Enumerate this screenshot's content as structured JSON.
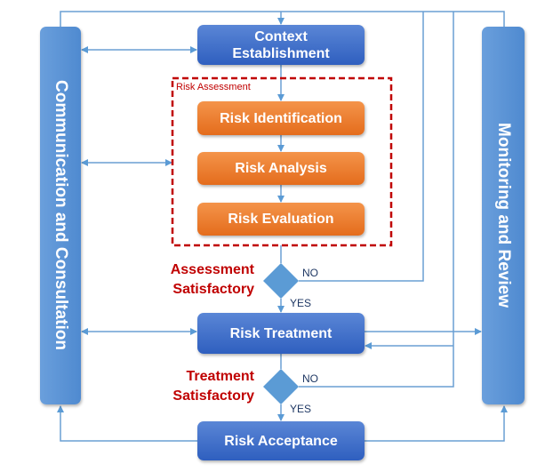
{
  "left_bar": {
    "label": "Communication and Consultation"
  },
  "right_bar": {
    "label": "Monitoring and Review"
  },
  "steps": {
    "context": "Context Establishment",
    "identification": "Risk Identification",
    "analysis": "Risk Analysis",
    "evaluation": "Risk Evaluation",
    "treatment": "Risk Treatment",
    "acceptance": "Risk Acceptance"
  },
  "group_label": "Risk Assessment",
  "decisions": [
    {
      "label": "Assessment Satisfactory",
      "no": "NO",
      "yes": "YES"
    },
    {
      "label": "Treatment Satisfactory",
      "no": "NO",
      "yes": "YES"
    }
  ],
  "colors": {
    "blue": "#3f6fcc",
    "orange": "#ed7d31",
    "connector": "#5b9bd5",
    "accent_red": "#c00000"
  }
}
